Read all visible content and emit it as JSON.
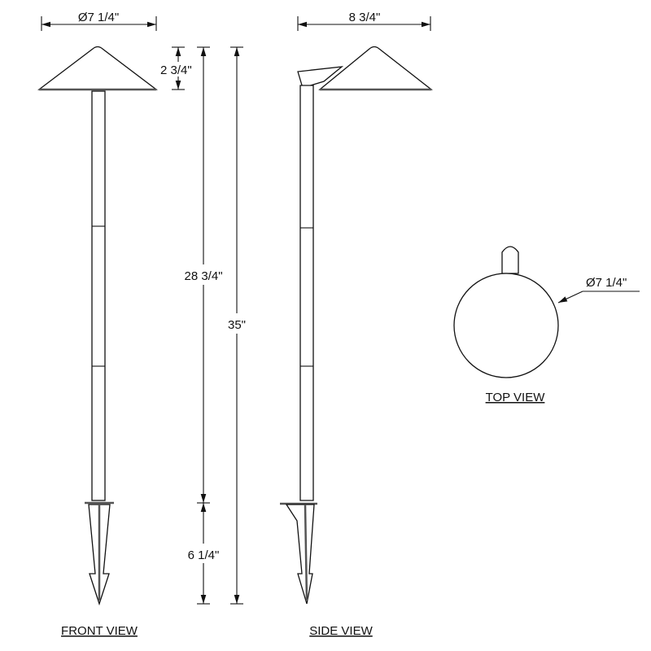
{
  "dimensions": {
    "front_diameter": "Ø7 1/4\"",
    "shade_height": "2 3/4\"",
    "pole_height": "28 3/4\"",
    "overall_height": "35\"",
    "spike_length": "6 1/4\"",
    "side_width": "8 3/4\"",
    "top_diameter": "Ø7 1/4\""
  },
  "labels": {
    "front_view": "FRONT VIEW",
    "side_view": "SIDE VIEW",
    "top_view": "TOP VIEW"
  }
}
